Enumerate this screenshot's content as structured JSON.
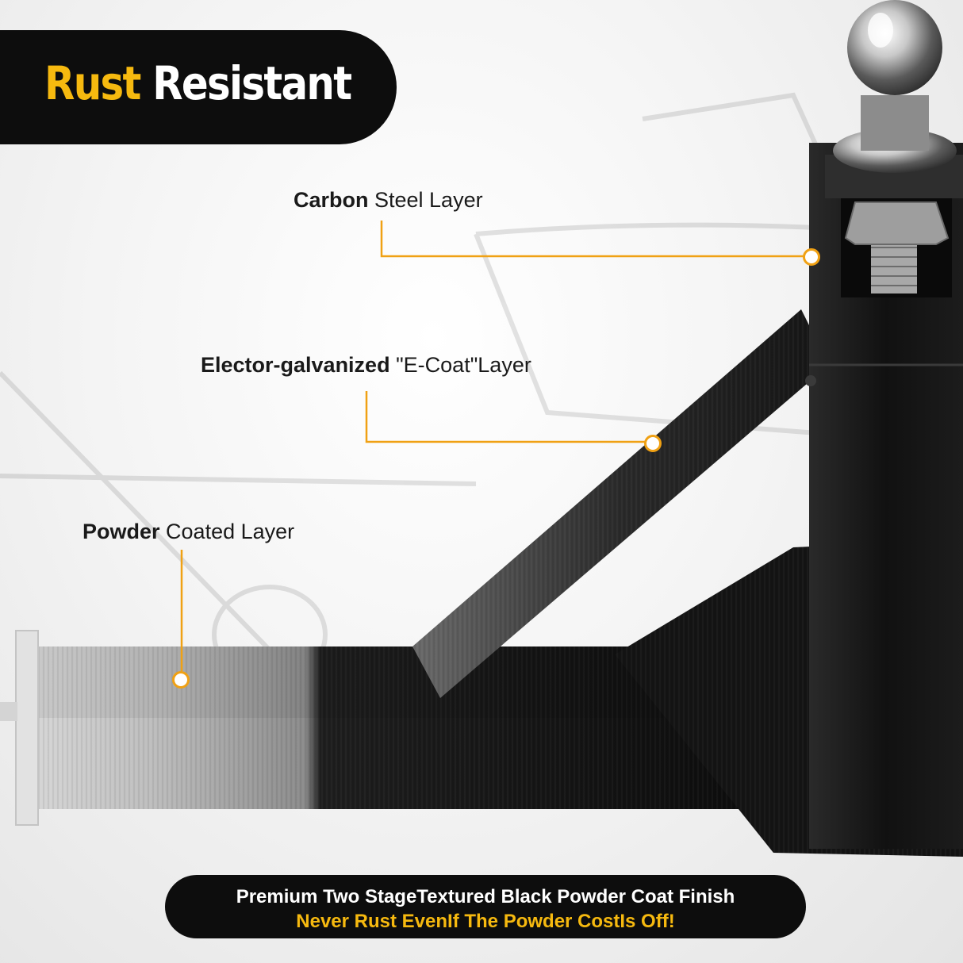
{
  "title": {
    "accent": "Rust",
    "main": "Resistant"
  },
  "callouts": [
    {
      "bold": "Carbon",
      "rest": " Steel Layer"
    },
    {
      "bold": "Elector-galvanized",
      "rest": " \"E-Coat\"Layer"
    },
    {
      "bold": "Powder",
      "rest": " Coated Layer"
    }
  ],
  "footer": {
    "line1": "Premium Two StageTextured Black Powder Coat Finish",
    "line2": "Never Rust EvenIf The Powder CostIs Off!"
  },
  "colors": {
    "accent": "#f6b90f",
    "callout_line": "#f0a114",
    "banner": "#0d0d0d"
  }
}
